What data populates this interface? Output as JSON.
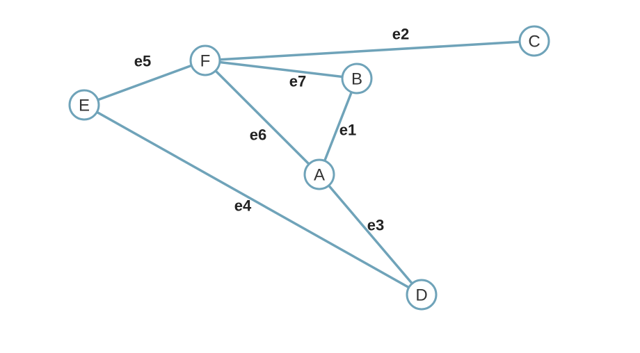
{
  "diagram": {
    "type": "undirected-graph",
    "colors": {
      "edge": "#6fa3b9",
      "node_border": "#6fa3b9",
      "node_fill": "#ffffff",
      "text": "#222222"
    },
    "nodes": [
      {
        "id": "F",
        "label": "F"
      },
      {
        "id": "C",
        "label": "C"
      },
      {
        "id": "B",
        "label": "B"
      },
      {
        "id": "E",
        "label": "E"
      },
      {
        "id": "A",
        "label": "A"
      },
      {
        "id": "D",
        "label": "D"
      }
    ],
    "edges": [
      {
        "id": "e1",
        "label": "e1",
        "from": "A",
        "to": "B"
      },
      {
        "id": "e2",
        "label": "e2",
        "from": "F",
        "to": "C"
      },
      {
        "id": "e3",
        "label": "e3",
        "from": "A",
        "to": "D"
      },
      {
        "id": "e4",
        "label": "e4",
        "from": "E",
        "to": "D"
      },
      {
        "id": "e5",
        "label": "e5",
        "from": "E",
        "to": "F"
      },
      {
        "id": "e6",
        "label": "e6",
        "from": "F",
        "to": "A"
      },
      {
        "id": "e7",
        "label": "e7",
        "from": "F",
        "to": "B"
      }
    ]
  }
}
